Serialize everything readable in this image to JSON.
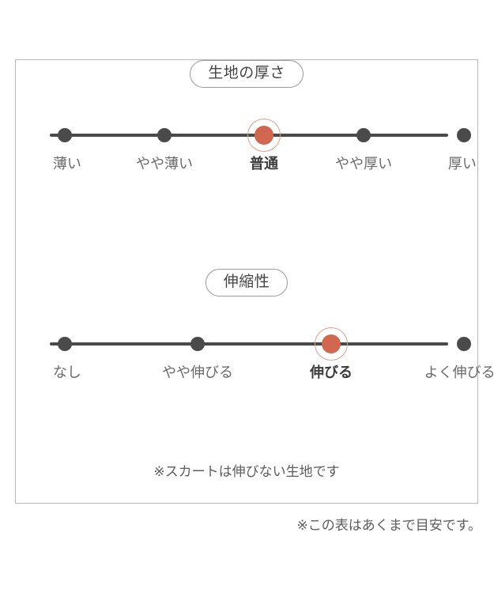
{
  "panel": {
    "border_color": "#b9b9b9",
    "accent_color": "#d2674f",
    "dot_color": "#4a4a4a"
  },
  "chart_data": {
    "type": "scale",
    "title": "",
    "scales": [
      {
        "id": "thickness",
        "title": "生地の厚さ",
        "categories": [
          "薄い",
          "やや薄い",
          "普通",
          "やや厚い",
          "厚い"
        ],
        "values": [
          1,
          2,
          3,
          4,
          5
        ],
        "selected_index": 2,
        "selected_label": "普通",
        "count": 5
      },
      {
        "id": "stretch",
        "title": "伸縮性",
        "categories": [
          "なし",
          "やや伸びる",
          "伸びる",
          "よく伸びる"
        ],
        "values": [
          1,
          2,
          3,
          4
        ],
        "selected_index": 2,
        "selected_label": "伸びる",
        "count": 4
      }
    ],
    "legend": [],
    "annotations": [
      "※スカートは伸びない生地です",
      "※この表はあくまで目安です。"
    ]
  },
  "footnotes": {
    "inner": "※スカートは伸びない生地です",
    "outer": "※この表はあくまで目安です。"
  }
}
